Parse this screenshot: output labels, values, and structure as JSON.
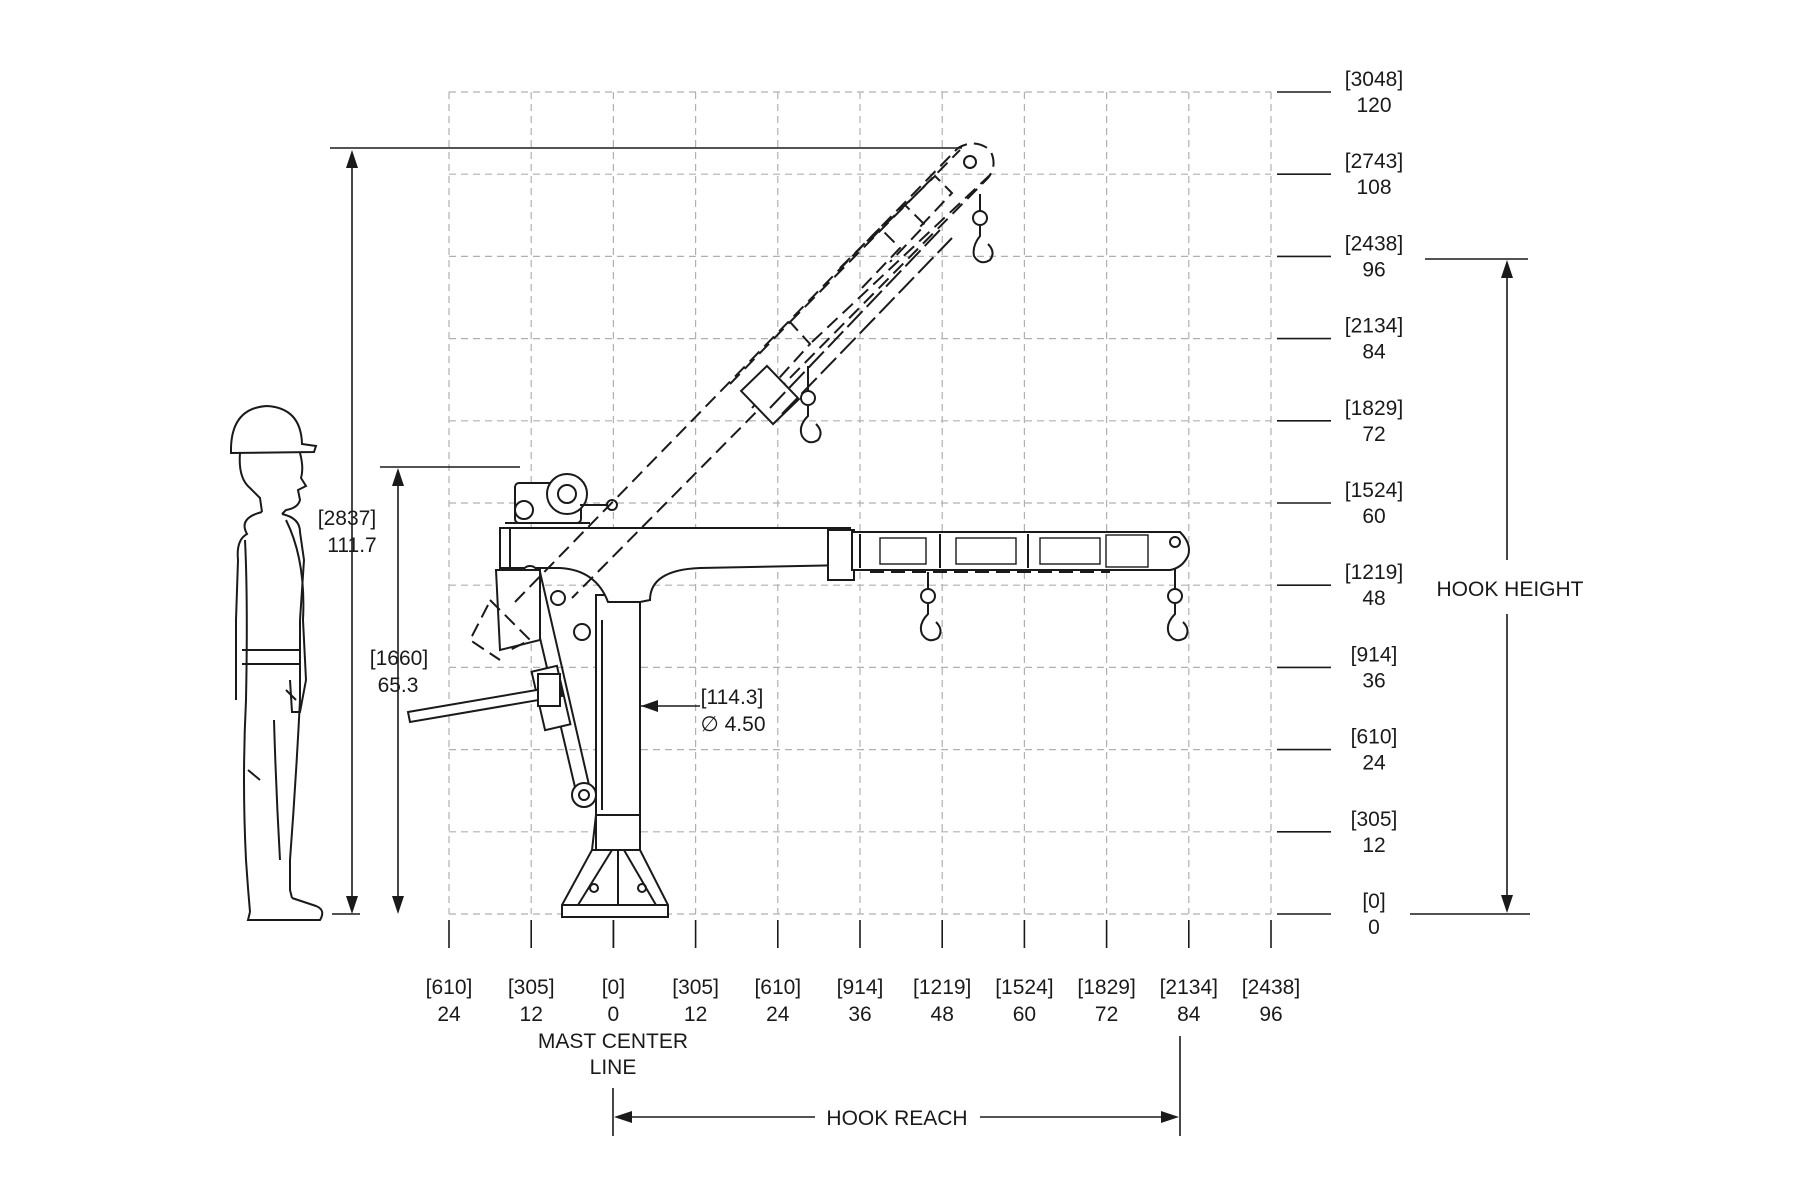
{
  "grid": {
    "x_ticks": [
      {
        "mm": "[610]",
        "in": "24"
      },
      {
        "mm": "[305]",
        "in": "12"
      },
      {
        "mm": "[0]",
        "in": "0"
      },
      {
        "mm": "[305]",
        "in": "12"
      },
      {
        "mm": "[610]",
        "in": "24"
      },
      {
        "mm": "[914]",
        "in": "36"
      },
      {
        "mm": "[1219]",
        "in": "48"
      },
      {
        "mm": "[1524]",
        "in": "60"
      },
      {
        "mm": "[1829]",
        "in": "72"
      },
      {
        "mm": "[2134]",
        "in": "84"
      },
      {
        "mm": "[2438]",
        "in": "96"
      }
    ],
    "y_ticks": [
      {
        "mm": "[3048]",
        "in": "120"
      },
      {
        "mm": "[2743]",
        "in": "108"
      },
      {
        "mm": "[2438]",
        "in": "96"
      },
      {
        "mm": "[2134]",
        "in": "84"
      },
      {
        "mm": "[1829]",
        "in": "72"
      },
      {
        "mm": "[1524]",
        "in": "60"
      },
      {
        "mm": "[1219]",
        "in": "48"
      },
      {
        "mm": "[914]",
        "in": "36"
      },
      {
        "mm": "[610]",
        "in": "24"
      },
      {
        "mm": "[305]",
        "in": "12"
      },
      {
        "mm": "[0]",
        "in": "0"
      }
    ]
  },
  "labels": {
    "mast_center_line_1": "MAST CENTER",
    "mast_center_line_2": "LINE",
    "hook_reach": "HOOK REACH",
    "hook_height": "HOOK HEIGHT"
  },
  "dimensions": {
    "overall_height": {
      "mm": "[2837]",
      "in": "111.7"
    },
    "winch_height": {
      "mm": "[1660]",
      "in": "65.3"
    },
    "mast_diameter": {
      "mm": "[114.3]",
      "in": "∅ 4.50"
    }
  },
  "colors": {
    "ink": "#1a1a1a",
    "grid": "#b0b0b0",
    "background": "#ffffff"
  }
}
